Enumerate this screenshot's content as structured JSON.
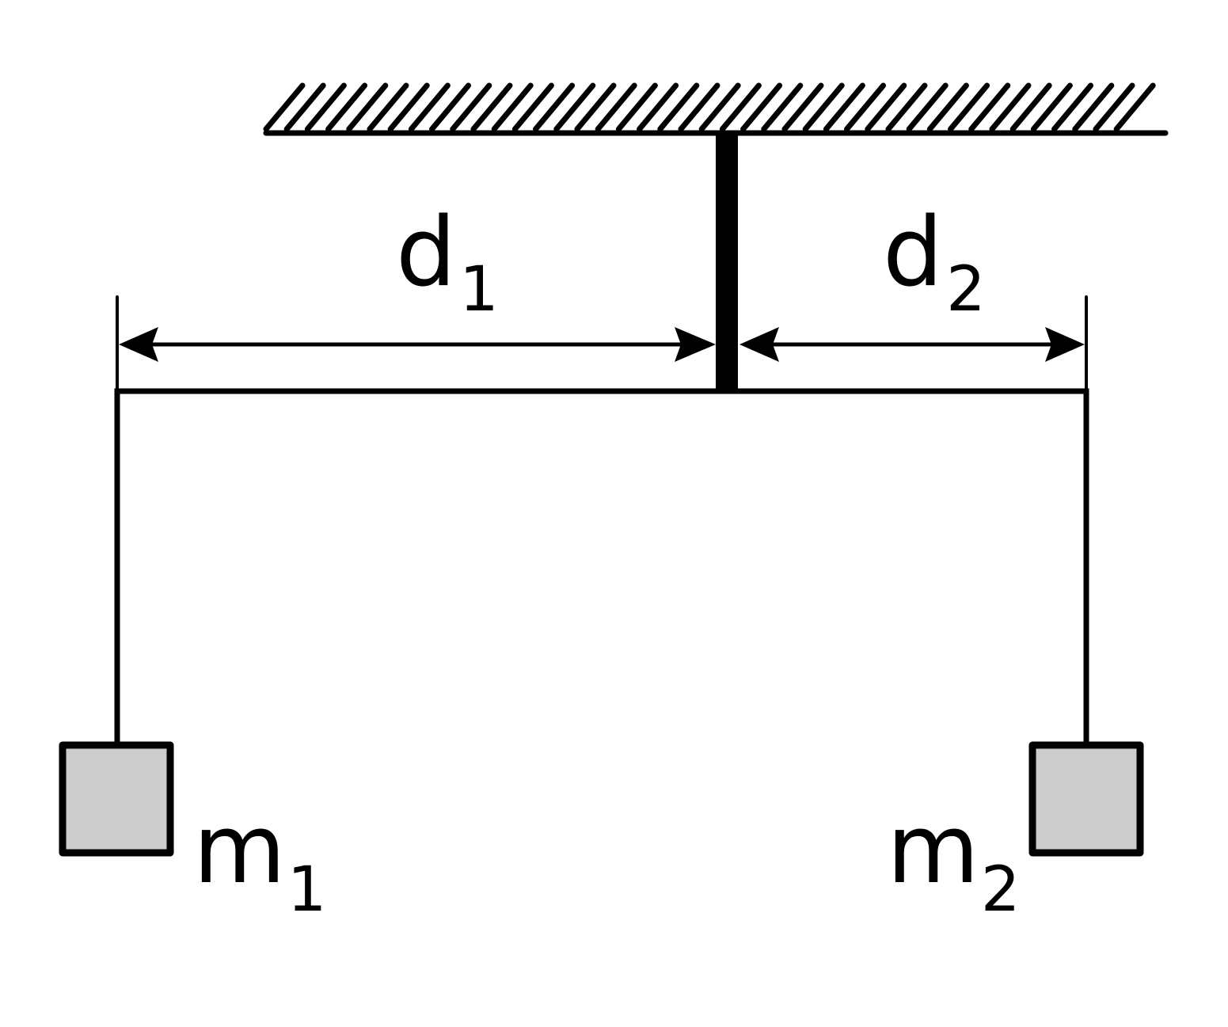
{
  "labels": {
    "d1": {
      "main": "d",
      "sub": "1"
    },
    "d2": {
      "main": "d",
      "sub": "2"
    },
    "m1": {
      "main": "m",
      "sub": "1"
    },
    "m2": {
      "main": "m",
      "sub": "2"
    }
  },
  "colors": {
    "stroke": "#000000",
    "mass_fill": "#cccccc",
    "background": "#ffffff"
  }
}
